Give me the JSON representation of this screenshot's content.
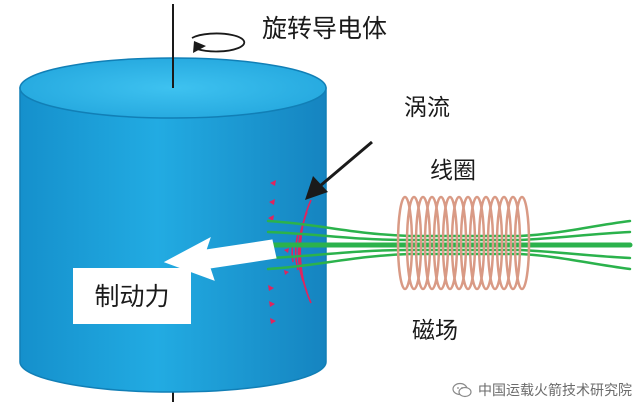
{
  "labels": {
    "rotating_conductor": "旋转导电体",
    "eddy_current": "涡流",
    "coil": "线圈",
    "magnetic_field": "磁场",
    "braking_force": "制动力"
  },
  "watermark": {
    "text": "中国运载火箭技术研究院",
    "icon": "wechat-icon"
  },
  "colors": {
    "cylinder_side": "#1a9fd8",
    "cylinder_top": "#2bb6ea",
    "eddy_current": "#e0245e",
    "magnetic_field": "#2bb24c",
    "coil": "#d99a85",
    "arrow": "#1a1a1a",
    "force_arrow": "#ffffff"
  }
}
